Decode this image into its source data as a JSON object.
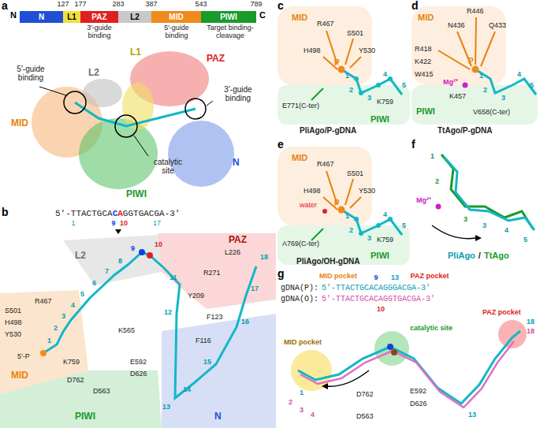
{
  "diagram": {
    "nodes": [
      {
        "text": [
          "N"
        ]
      },
      {
        "text": [
          "L1"
        ]
      },
      {
        "text": [
          "PAZ"
        ]
      },
      {
        "text": [
          "L2"
        ]
      },
      {
        "text": [
          "MID"
        ]
      },
      {
        "text": [
          "PIWI"
        ]
      }
    ],
    "labels": [
      "a",
      "b",
      "c",
      "d",
      "e",
      "f",
      "g",
      "N",
      "127",
      "177",
      "283",
      "387",
      "543",
      "789",
      "C",
      "3'-guide binding",
      "5'-guide binding",
      "Target binding-cleavage",
      "PAZ",
      "L1",
      "L2",
      "MID",
      "N",
      "PIWI",
      "5'-guide binding",
      "3'-guide binding",
      "catalytic site",
      "5'-TTACTGCA",
      "C",
      "A",
      "GGTGACGA-3'",
      "1",
      "9",
      "10",
      "17",
      "PAZ",
      "L2",
      "MID",
      "PIWI",
      "N",
      "L226",
      "R271",
      "Y209",
      "F123",
      "F116",
      "S501",
      "R467",
      "H498",
      "Y530",
      "5'-P",
      "K759",
      "K565",
      "E592",
      "D626",
      "D762",
      "D563",
      "1",
      "2",
      "3",
      "4",
      "5",
      "6",
      "7",
      "8",
      "9",
      "10",
      "11",
      "12",
      "13",
      "14",
      "15",
      "16",
      "17",
      "18",
      "MID",
      "R467",
      "S501",
      "H498",
      "Y530",
      "P",
      "E771(C-ter)",
      "K759",
      "PIWI",
      "PliAgo/P-gDNA",
      "1",
      "2",
      "3",
      "4",
      "5",
      "MID",
      "R446",
      "N436",
      "Q433",
      "R418",
      "K422",
      "W415",
      "P",
      "Mg²⁺",
      "K457",
      "V658(C-ter)",
      "PIWI",
      "TtAgo/P-gDNA",
      "1",
      "2",
      "3",
      "4",
      "5",
      "MID",
      "R467",
      "S501",
      "H498",
      "Y530",
      "water",
      "P",
      "A769(C-ter)",
      "K759",
      "PIWI",
      "PliAgo/OH-gDNA",
      "1",
      "2",
      "3",
      "4",
      "5",
      "1",
      "2",
      "Mg²⁺",
      "3",
      "3",
      "4",
      "5",
      "PliAgo",
      "/",
      "TtAgo",
      "gDNA(P):",
      "5'-TTACTGCACAGGGACGA-3'",
      "gDNA(O):",
      "5'-TTACTGCACAGGTGACGA-3'",
      "MID pocket",
      "9",
      "13",
      "PAZ pocket",
      "10",
      "MID pocket",
      "catalytic site",
      "PAZ pocket",
      "18",
      "18",
      "1",
      "2",
      "3",
      "4",
      "13",
      "D762",
      "D563",
      "E592",
      "D626"
    ]
  }
}
